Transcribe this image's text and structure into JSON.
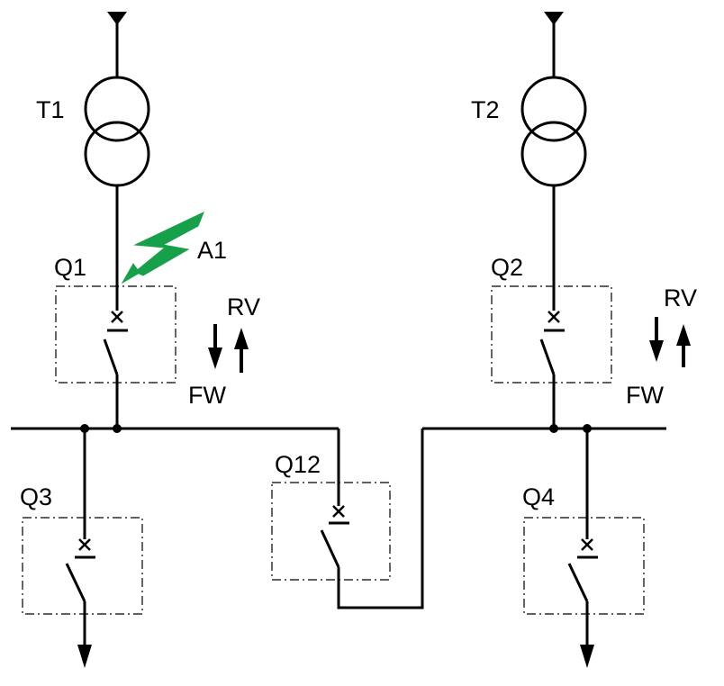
{
  "diagram": {
    "transformers": [
      {
        "id": "t1",
        "label": "T1"
      },
      {
        "id": "t2",
        "label": "T2"
      }
    ],
    "breakers": {
      "q1": "Q1",
      "q2": "Q2",
      "q3": "Q3",
      "q4": "Q4",
      "q12": "Q12"
    },
    "fault": {
      "label": "A1",
      "color": "#17a04a"
    },
    "direction_left": {
      "reverse": "RV",
      "forward": "FW"
    },
    "direction_right": {
      "reverse": "RV",
      "forward": "FW"
    }
  }
}
